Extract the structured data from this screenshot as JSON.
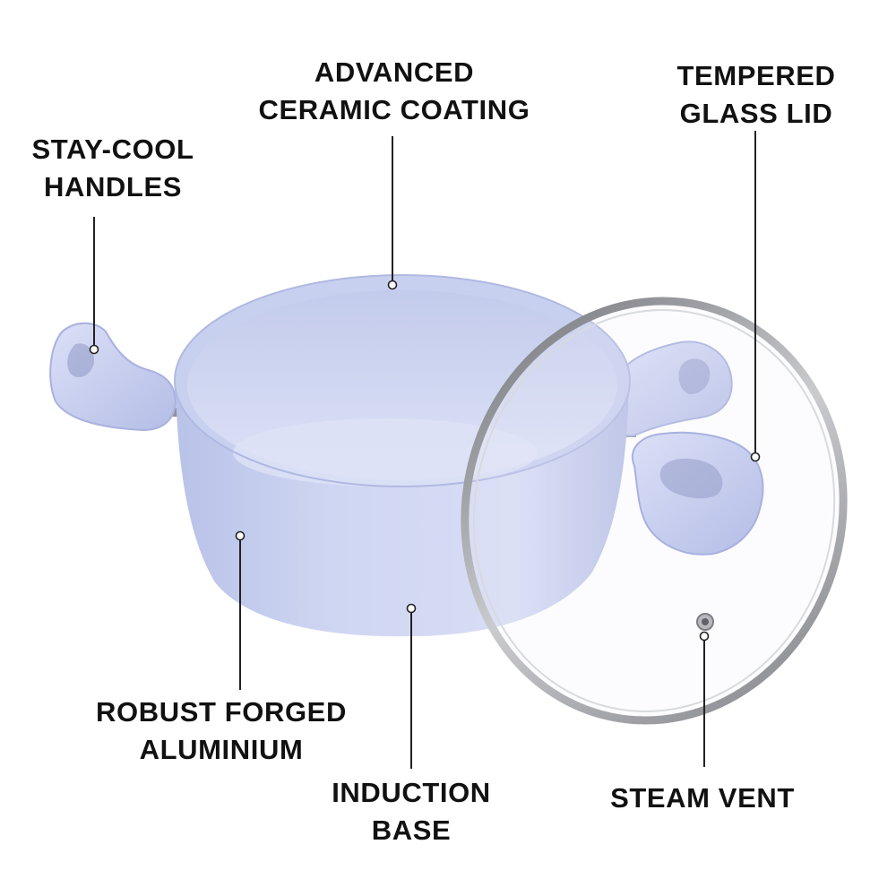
{
  "callouts": {
    "coating": [
      "ADVANCED",
      "CERAMIC COATING"
    ],
    "lid": [
      "TEMPERED",
      "GLASS LID"
    ],
    "handles": [
      "STAY-COOL",
      "HANDLES"
    ],
    "aluminium": [
      "ROBUST FORGED",
      "ALUMINIUM"
    ],
    "induction": [
      "INDUCTION",
      "BASE"
    ],
    "vent": [
      "STEAM VENT"
    ]
  },
  "colors": {
    "pot": "#c9d1ef",
    "pot_shade": "#b3bde4",
    "pot_inner": "#d6dcf3",
    "rim": "#8f9296",
    "leader": "#222222"
  }
}
